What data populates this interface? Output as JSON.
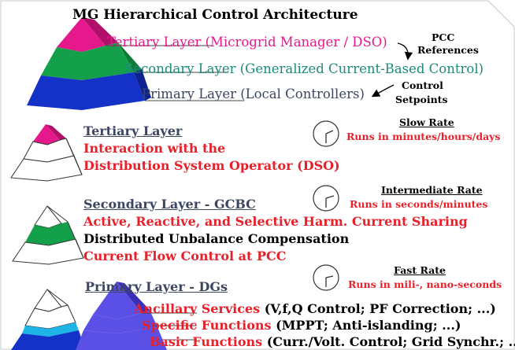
{
  "title": "MG Hierarchical Control Architecture",
  "top_pyramid": {
    "tertiary": "Tertiary Layer (Microgrid Manager / DSO)",
    "secondary": "Secondary Layer (Generalized Current-Based Control)",
    "primary": "Primary Layer (Local Controllers)"
  },
  "side_notes": {
    "pcc_line1": "PCC",
    "pcc_line2": "References",
    "control_line1": "Control",
    "control_line2": "Setpoints"
  },
  "tertiary_section": {
    "heading": "Tertiary Layer",
    "line1": "Interaction with the",
    "line2": "Distribution System Operator (DSO)",
    "rate_title": "Slow Rate",
    "rate_desc": "Runs in minutes/hours/days"
  },
  "secondary_section": {
    "heading": "Secondary Layer - GCBC",
    "line1": "Active, Reactive, and Selective Harm. Current Sharing",
    "line2": "Distributed Unbalance Compensation",
    "line3": "Current Flow Control at PCC",
    "rate_title": "Intermediate Rate",
    "rate_desc": "Runs in seconds/minutes"
  },
  "primary_section": {
    "heading": "Primary Layer - DGs",
    "rate_title": "Fast Rate",
    "rate_desc": "Runs in mili-, nano-seconds",
    "items": [
      {
        "name": "Ancillary Services",
        "detail": "(V,f,Q Control; PF Correction; ...)"
      },
      {
        "name": "Specific Functions",
        "detail": "(MPPT; Anti-islanding; ...)"
      },
      {
        "name": "Basic Functions",
        "detail": "(Curr./Volt. Control; Grid Synchr.; ...)"
      }
    ]
  },
  "colors": {
    "magenta": "#E6198C",
    "green": "#14A04B",
    "blue": "#1432C8",
    "light_blue": "#1EB4E6",
    "violet": "#5A50E6",
    "red_text": "#E8202A",
    "teal_text": "#1A8C78",
    "slate_text": "#3C4660"
  }
}
